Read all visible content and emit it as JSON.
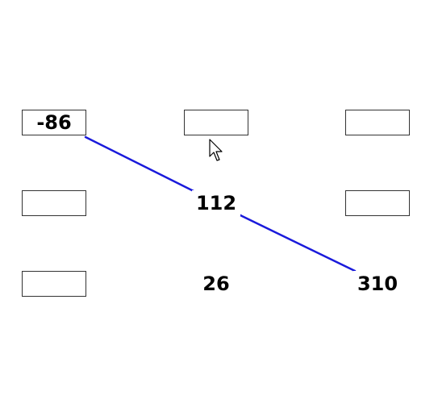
{
  "grid": {
    "rows": [
      [
        {
          "kind": "input",
          "value": "-86"
        },
        {
          "kind": "input",
          "value": ""
        },
        {
          "kind": "input",
          "value": ""
        }
      ],
      [
        {
          "kind": "input",
          "value": ""
        },
        {
          "kind": "text",
          "value": "112"
        },
        {
          "kind": "input",
          "value": ""
        }
      ],
      [
        {
          "kind": "input",
          "value": ""
        },
        {
          "kind": "text",
          "value": "26"
        },
        {
          "kind": "text",
          "value": "310"
        }
      ]
    ]
  },
  "connector": {
    "color": "#1a1adb",
    "path_cells": [
      "-86",
      "112",
      "310"
    ]
  },
  "cursor": {
    "icon": "arrow-pointer-icon"
  }
}
